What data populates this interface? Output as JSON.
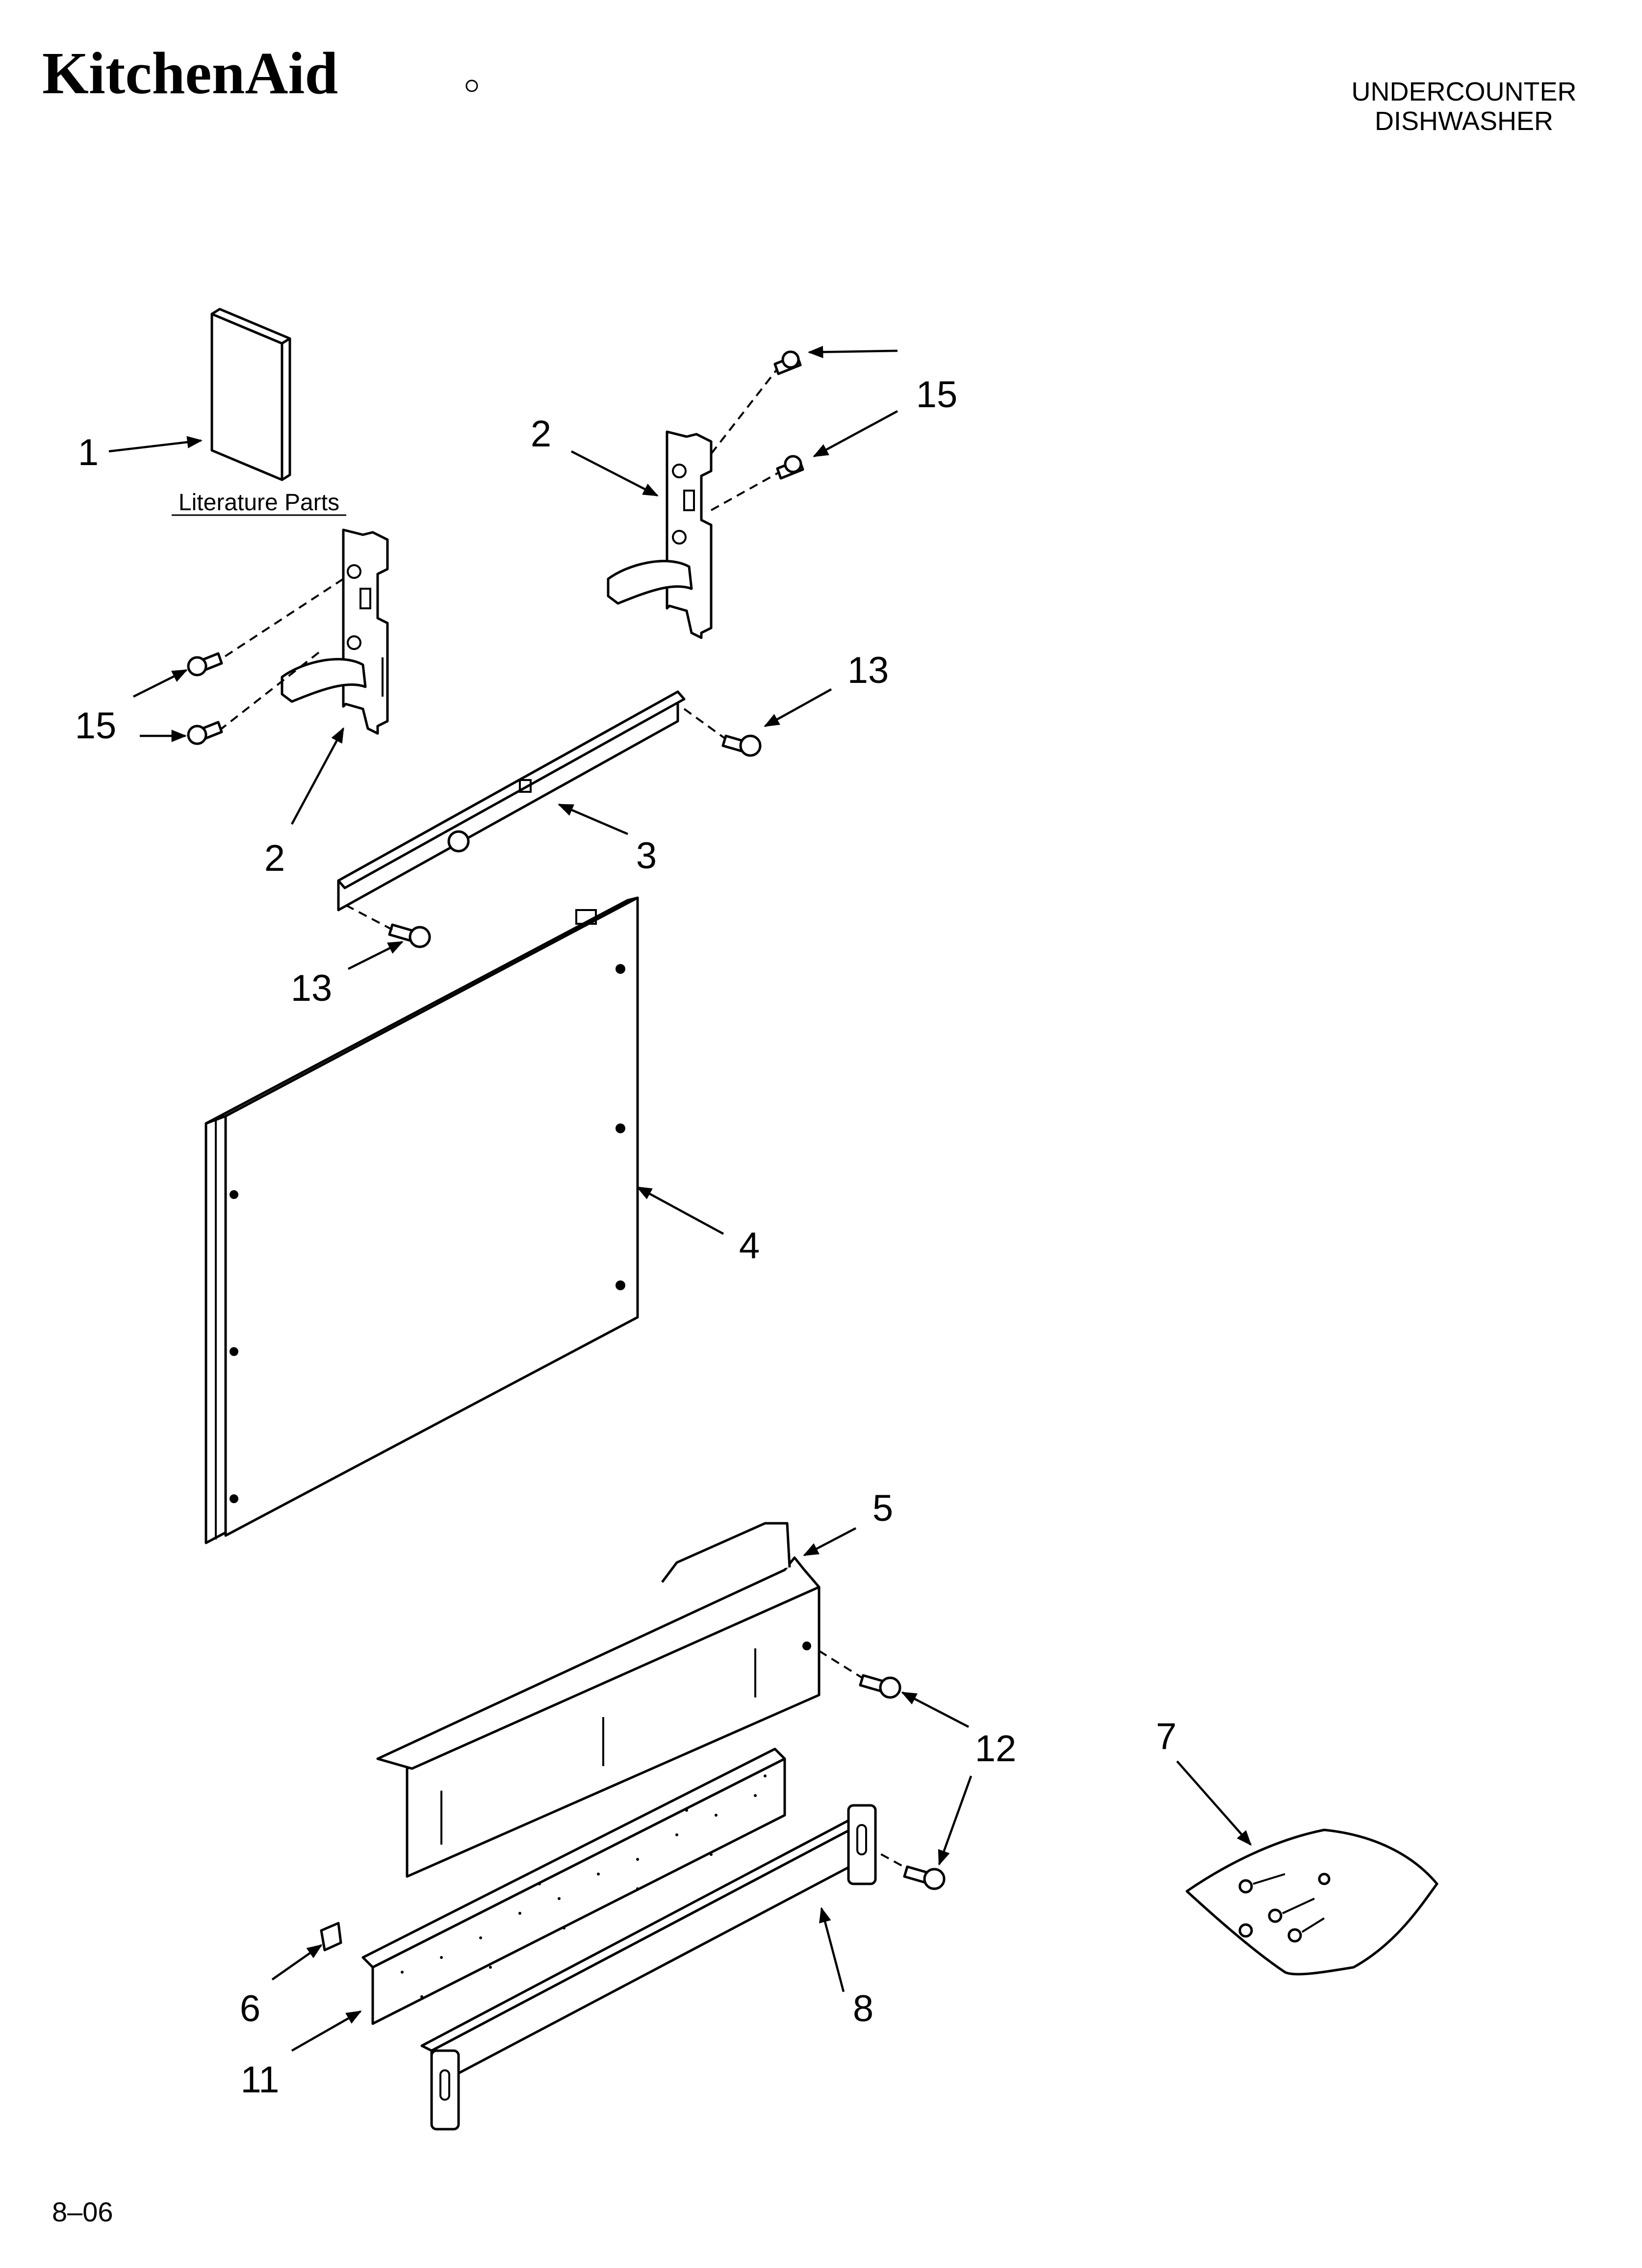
{
  "brand": {
    "name": "KitchenAid"
  },
  "header": {
    "line1": "UNDERCOUNTER",
    "line2": "DISHWASHER"
  },
  "diagram": {
    "literature_label": "Literature Parts",
    "callouts": [
      {
        "id": "c1",
        "label": "1"
      },
      {
        "id": "c2a",
        "label": "2"
      },
      {
        "id": "c2b",
        "label": "2"
      },
      {
        "id": "c3",
        "label": "3"
      },
      {
        "id": "c4",
        "label": "4"
      },
      {
        "id": "c5",
        "label": "5"
      },
      {
        "id": "c6",
        "label": "6"
      },
      {
        "id": "c7",
        "label": "7"
      },
      {
        "id": "c8",
        "label": "8"
      },
      {
        "id": "c11",
        "label": "11"
      },
      {
        "id": "c12",
        "label": "12"
      },
      {
        "id": "c13a",
        "label": "13"
      },
      {
        "id": "c13b",
        "label": "13"
      },
      {
        "id": "c15a",
        "label": "15"
      },
      {
        "id": "c15b",
        "label": "15"
      }
    ]
  },
  "footer": {
    "code": "8–06"
  }
}
